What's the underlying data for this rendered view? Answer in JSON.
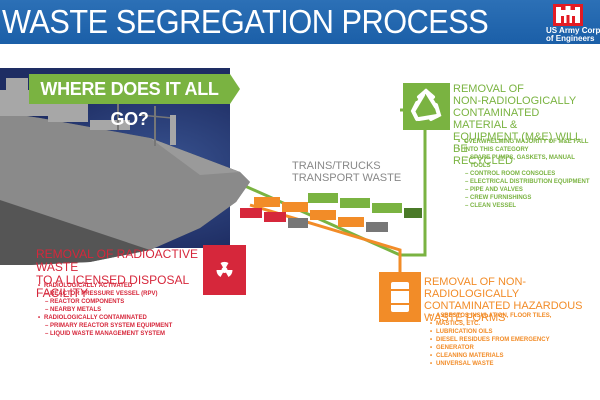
{
  "header": {
    "title": "WASTE SEGREGATION PROCESS",
    "org_line1": "US Army Corps",
    "org_line2": "of Engineers",
    "logo_icon": "castle-icon"
  },
  "banner": {
    "text": "WHERE DOES IT ALL GO?"
  },
  "transport": {
    "line1": "TRAINS/TRUCKS",
    "line2": "TRANSPORT WASTE"
  },
  "recycle": {
    "icon": "recycle-icon",
    "color": "#7ab341",
    "title_lines": [
      "REMOVAL OF",
      "NON-RADIOLOGICALLY",
      "CONTAMINATED MATERIAL &",
      "EQUIPMENT (M&E) WILL BE",
      "RECYCLED"
    ],
    "items": [
      {
        "text": "OVERWHELMING MAJORITY OF M&E FALL",
        "sub": false
      },
      {
        "text": "INTO THIS CATEGORY",
        "sub": false
      },
      {
        "text": "SPARE PUMPS, GASKETS, MANUAL TOOLS",
        "sub": true
      },
      {
        "text": "CONTROL ROOM CONSOLES",
        "sub": true
      },
      {
        "text": "ELECTRICAL DISTRIBUTION EQUIPMENT",
        "sub": true
      },
      {
        "text": "PIPE AND VALVES",
        "sub": true
      },
      {
        "text": "CREW FURNISHINGS",
        "sub": true
      },
      {
        "text": "CLEAN VESSEL",
        "sub": true
      }
    ]
  },
  "radioactive": {
    "icon": "radiation-icon",
    "color": "#d6273b",
    "title_lines": [
      "REMOVAL OF RADIOACTIVE WASTE",
      "TO A LICENSED DISPOSAL FACILITY"
    ],
    "items": [
      {
        "text": "RADIOLOGICALLY ACTIVATED",
        "sub": false
      },
      {
        "text": "REACTOR PRESSURE VESSEL (RPV)",
        "sub": true
      },
      {
        "text": "REACTOR COMPONENTS",
        "sub": true
      },
      {
        "text": "NEARBY METALS",
        "sub": true
      },
      {
        "text": "RADIOLOGICALLY CONTAMINATED",
        "sub": false
      },
      {
        "text": "PRIMARY REACTOR SYSTEM EQUIPMENT",
        "sub": true
      },
      {
        "text": "LIQUID WASTE MANAGEMENT SYSTEM",
        "sub": true
      }
    ]
  },
  "hazardous": {
    "icon": "barrel-icon",
    "color": "#f28c28",
    "title_lines": [
      "REMOVAL OF NON-RADIOLOGICALLY",
      "CONTAMINATED HAZARDOUS",
      "WASTE FORMS"
    ],
    "items": [
      {
        "text": "ASBESTOS INSULATION, FLOOR TILES,"
      },
      {
        "text": "MASTICS, ETC."
      },
      {
        "text": "LUBRICATION OILS"
      },
      {
        "text": "DIESEL RESIDUES FROM EMERGENCY"
      },
      {
        "text": "GENERATOR"
      },
      {
        "text": "CLEANING MATERIALS"
      },
      {
        "text": "UNIVERSAL WASTE"
      }
    ]
  }
}
